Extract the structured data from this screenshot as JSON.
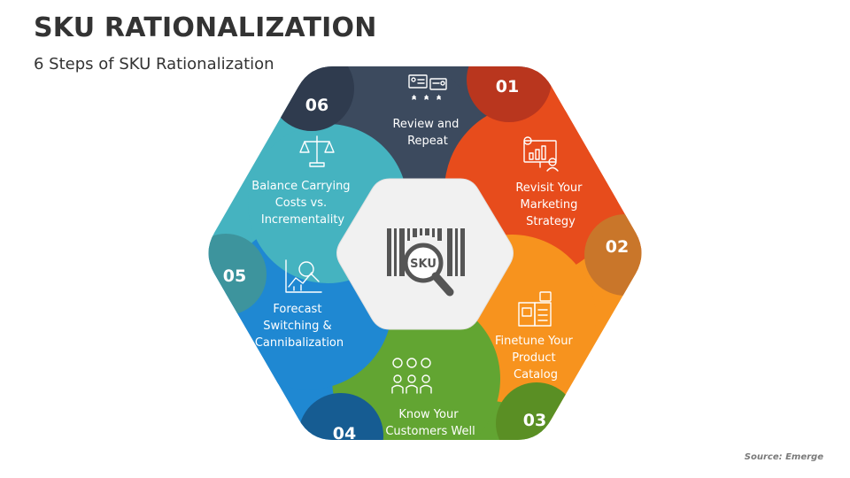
{
  "header": {
    "title": "SKU RATIONALIZATION",
    "subtitle": "6 Steps of SKU Rationalization"
  },
  "center": {
    "badge_text": "SKU",
    "icon": "sku-barcode-magnifier-icon"
  },
  "steps": [
    {
      "number": "01",
      "lines": [
        "Review and",
        "Repeat"
      ],
      "color": "#3c4a5e",
      "tab_color": "#b9361e",
      "icon": "reviews-icon"
    },
    {
      "number": "02",
      "lines": [
        "Revisit Your",
        "Marketing",
        "Strategy"
      ],
      "color": "#e74c1c",
      "tab_color": "#c9762a",
      "icon": "presentation-board-icon"
    },
    {
      "number": "03",
      "lines": [
        "Finetune Your",
        "Product",
        "Catalog"
      ],
      "color": "#f7931e",
      "tab_color": "#5a8f24",
      "icon": "product-catalog-icon"
    },
    {
      "number": "04",
      "lines": [
        "Know Your",
        "Customers Well"
      ],
      "color": "#62a532",
      "tab_color": "#165c92",
      "icon": "customers-icon"
    },
    {
      "number": "05",
      "lines": [
        "Forecast",
        "Switching &",
        "Cannibalization"
      ],
      "color": "#1f88d2",
      "tab_color": "#3d949d",
      "icon": "forecast-chart-icon"
    },
    {
      "number": "06",
      "lines": [
        "Balance Carrying",
        "Costs vs.",
        "Incrementality"
      ],
      "color": "#45b3c0",
      "tab_color": "#2f3b4e",
      "icon": "balance-scale-icon"
    }
  ],
  "footer": {
    "source": "Source: Emerge"
  }
}
